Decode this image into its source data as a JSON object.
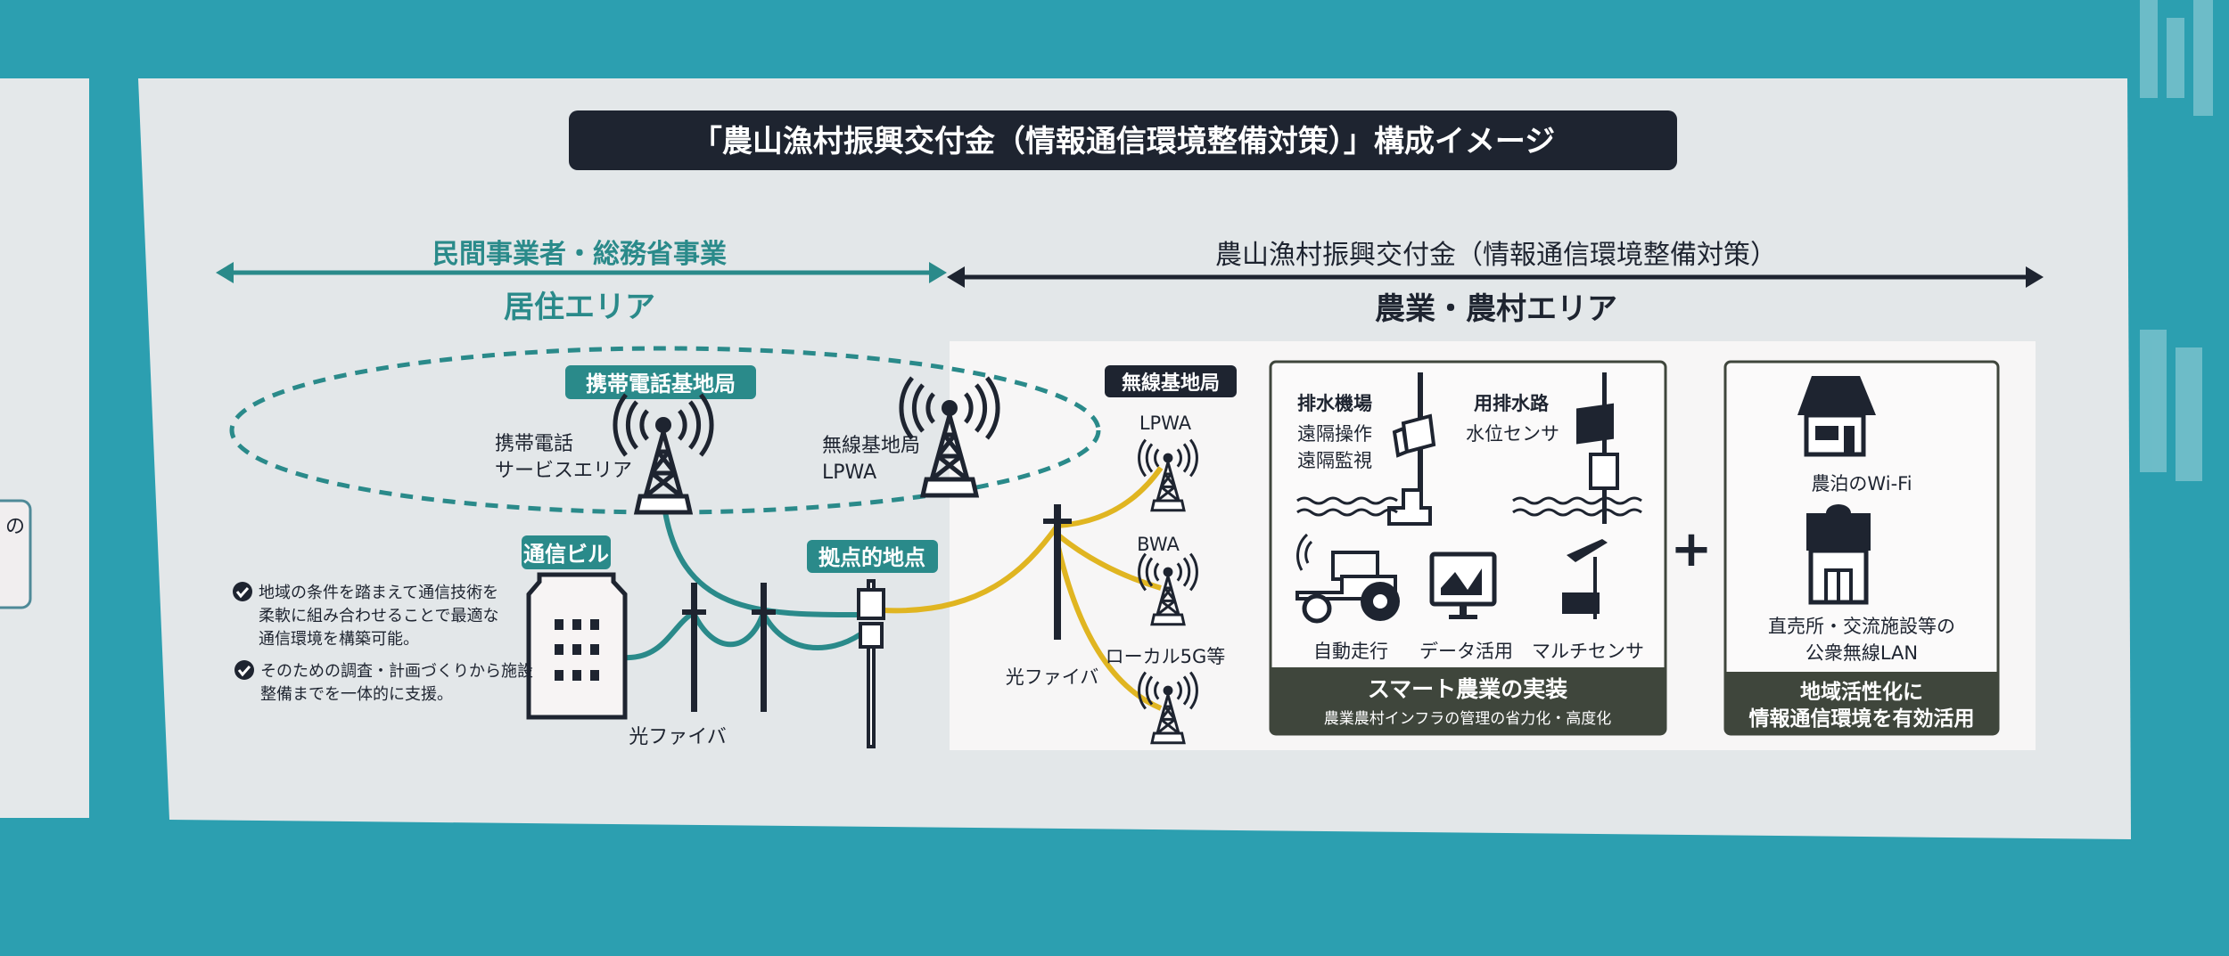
{
  "title": "「農山漁村振興交付金（情報通信環境整備対策）」構成イメージ",
  "left_section": {
    "heading": "民間事業者・総務省事業",
    "area": "居住エリア",
    "labels": {
      "mobile_base_station": "携帯電話基地局",
      "mobile_service_area_line1": "携帯電話",
      "mobile_service_area_line2": "サービスエリア",
      "wireless_lpwa_line1": "無線基地局",
      "wireless_lpwa_line2": "LPWA",
      "telecom_building": "通信ビル",
      "hub_point": "拠点的地点",
      "optical_fiber": "光ファイバ"
    },
    "bullets": [
      {
        "line1": "地域の条件を踏まえて通信技術を",
        "line2": "柔軟に組み合わせることで最適な",
        "line3": "通信環境を構築可能。"
      },
      {
        "line1": "そのための調査・計画づくりから施設",
        "line2": "整備までを一体的に支援。"
      }
    ]
  },
  "right_section": {
    "heading": "農山漁村振興交付金（情報通信環境整備対策）",
    "area": "農業・農村エリア",
    "wireless_base_station": "無線基地局",
    "optical_fiber": "光ファイバ",
    "towers": [
      "LPWA",
      "BWA",
      "ローカル5G等"
    ],
    "smart_ag": {
      "drainage_pump_title": "排水機場",
      "drainage_pump_line1": "遠隔操作",
      "drainage_pump_line2": "遠隔監視",
      "waterway_title": "用排水路",
      "waterway_line1": "水位センサ",
      "items": [
        "自動走行",
        "データ活用",
        "マルチセンサ"
      ],
      "footer_title": "スマート農業の実装",
      "footer_sub": "農業農村インフラの管理の省力化・高度化"
    },
    "plus": "+",
    "regional": {
      "farm_stay": "農泊のWi-Fi",
      "facility_line1": "直売所・交流施設等の",
      "facility_line2": "公衆無線LAN",
      "footer_line1": "地域活性化に",
      "footer_line2": "情報通信環境を有効活用"
    }
  },
  "side_panel_fragment": "の",
  "colors": {
    "teal": "#2a8a8a",
    "navy": "#1e2430",
    "yellow": "#e0b521",
    "olive": "#3f463c",
    "wall": "#2c9fb0"
  }
}
